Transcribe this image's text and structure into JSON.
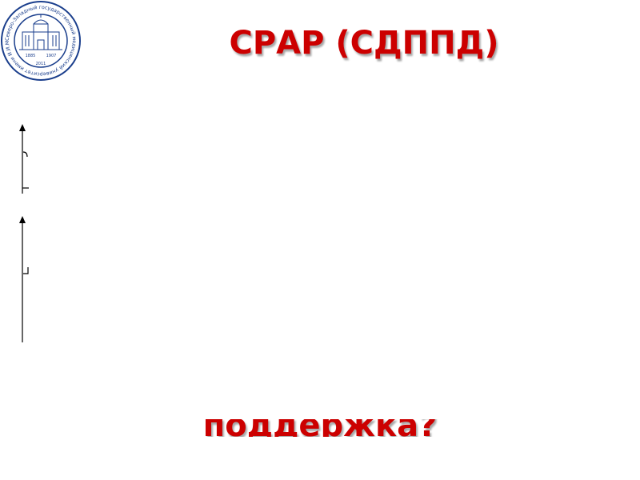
{
  "header": {
    "title": "СРАР (СДППД)"
  },
  "logo": {
    "ring_text": "Северо-Западный государственный медицинский университет имени И.И.Мечникова",
    "year_left": "1885",
    "year_right": "1907",
    "year_bottom": "2011",
    "ring_color": "#1a3e8c"
  },
  "footer": {
    "partial_text": "поддержка?"
  },
  "colors": {
    "title": "#cc0000",
    "axis": "#000000"
  }
}
